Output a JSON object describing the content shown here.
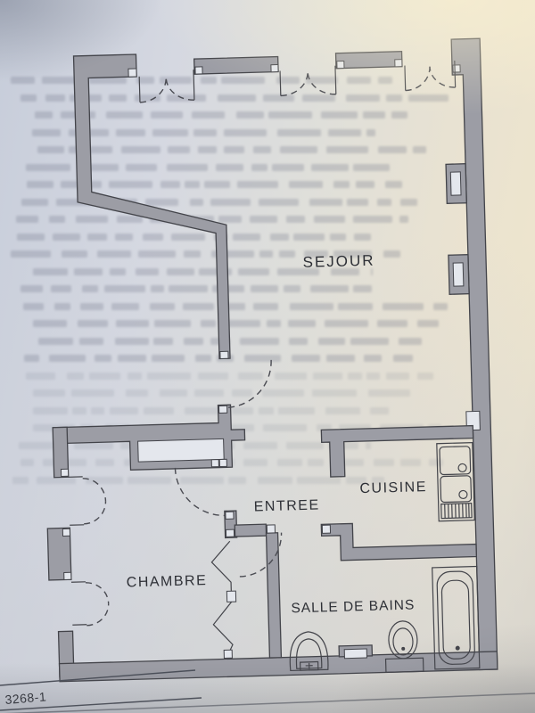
{
  "rooms": {
    "sejour": "SEJOUR",
    "entree": "ENTREE",
    "cuisine": "CUISINE",
    "chambre": "CHAMBRE",
    "salle_de_bains": "SALLE DE BAINS"
  },
  "plan_ref": "3268-1",
  "fixtures": {
    "kitchen_sink": "double sink with drainer",
    "bathtub": "bathtub",
    "bidet": "bidet",
    "washbasin": "washbasin"
  },
  "colors": {
    "wall_fill": "#9c9da5",
    "line": "#43444a",
    "paper_cool": "#ccd2de",
    "paper_warm": "#ede4cd"
  }
}
